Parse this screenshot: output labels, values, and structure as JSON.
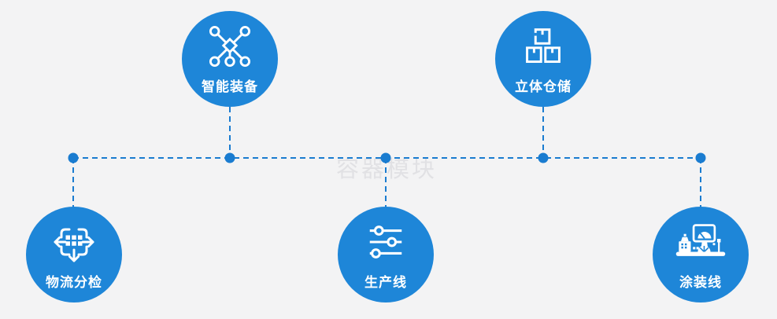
{
  "watermark": "容器模块",
  "colors": {
    "node_blue": "#1e86d8",
    "connector_blue": "#1a7cd0",
    "background": "#f3f3f4",
    "label_text": "#ffffff",
    "watermark_gray": "#e1e1e4"
  },
  "nodes": [
    {
      "label": "智能装备",
      "icon": "network-nodes-icon",
      "row": "top"
    },
    {
      "label": "立体仓储",
      "icon": "stacked-boxes-icon",
      "row": "top"
    },
    {
      "label": "物流分检",
      "icon": "sorting-arrows-icon",
      "row": "bottom"
    },
    {
      "label": "生产线",
      "icon": "sliders-icon",
      "row": "bottom"
    },
    {
      "label": "涂装线",
      "icon": "control-station-icon",
      "row": "bottom"
    }
  ]
}
